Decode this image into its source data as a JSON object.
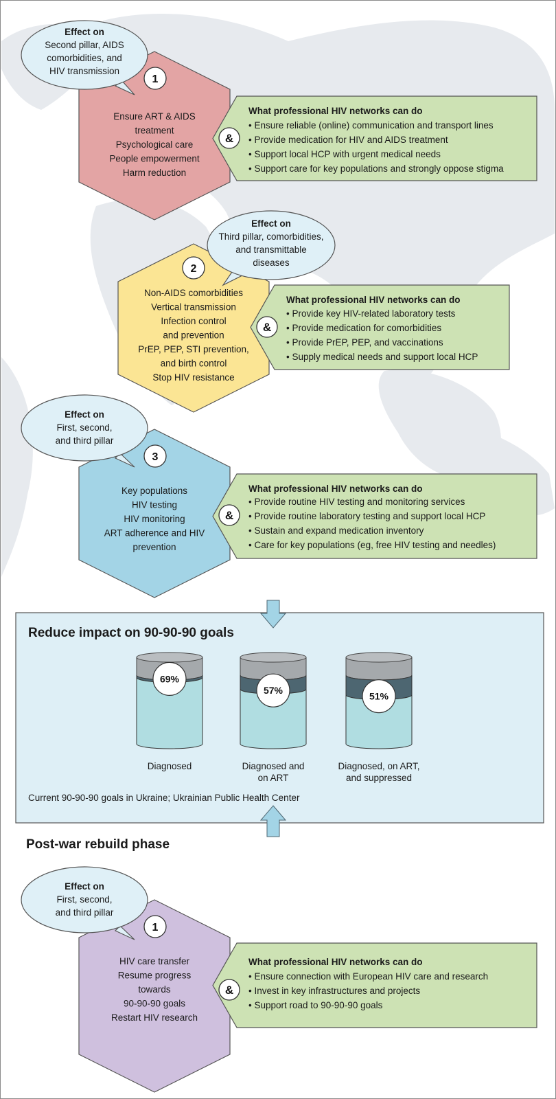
{
  "phase1": {
    "blocks": [
      {
        "number": "1",
        "effect": {
          "title": "Effect on",
          "lines": [
            "Second pillar, AIDS",
            "comorbidities, and",
            "HIV transmission"
          ]
        },
        "hex_lines": [
          "Ensure ART & AIDS",
          "treatment",
          "Psychological care",
          "People empowerment",
          "Harm reduction"
        ],
        "amp": "&",
        "networks_title": "What professional HIV networks can do",
        "bullets": [
          "• Ensure reliable (online) communication and transport lines",
          "• Provide medication for HIV and AIDS treatment",
          "• Support local HCP with urgent medical needs",
          "• Support care for key populations and strongly oppose stigma"
        ],
        "hex_color": "#e3a4a4"
      },
      {
        "number": "2",
        "effect": {
          "title": "Effect on",
          "lines": [
            "Third pillar, comorbidities,",
            "and transmittable",
            "diseases"
          ]
        },
        "hex_lines": [
          "Non-AIDS comorbidities",
          "Vertical transmission",
          "Infection control",
          "and prevention",
          "PrEP, PEP, STI prevention,",
          "and birth control",
          "Stop HIV resistance"
        ],
        "amp": "&",
        "networks_title": "What professional HIV networks can do",
        "bullets": [
          "• Provide key HIV-related laboratory tests",
          "• Provide medication for comorbidities",
          "• Provide PrEP, PEP, and vaccinations",
          "• Supply medical needs and support local HCP"
        ],
        "hex_color": "#fbe594"
      },
      {
        "number": "3",
        "effect": {
          "title": "Effect on",
          "lines": [
            "First, second,",
            "and third pillar"
          ]
        },
        "hex_lines": [
          "Key populations",
          "HIV testing",
          "HIV monitoring",
          "ART adherence and HIV",
          "prevention"
        ],
        "amp": "&",
        "networks_title": "What professional HIV networks can do",
        "bullets": [
          "• Provide routine HIV testing and monitoring services",
          "• Provide routine laboratory testing and support local HCP",
          "• Sustain and expand medication inventory",
          "• Care for key populations (eg, free HIV testing and needles)"
        ],
        "hex_color": "#a3d4e6"
      }
    ]
  },
  "goals": {
    "title": "Reduce impact on 90-90-90 goals",
    "cylinders": [
      {
        "value": "69%",
        "label_lines": [
          "Diagnosed"
        ],
        "fraction": 0.69
      },
      {
        "value": "57%",
        "label_lines": [
          "Diagnosed and",
          "on ART"
        ],
        "fraction": 0.57
      },
      {
        "value": "51%",
        "label_lines": [
          "Diagnosed, on ART,",
          "and suppressed"
        ],
        "fraction": 0.51
      }
    ],
    "footnote": "Current 90-90-90 goals in Ukraine; Ukrainian Public Health Center"
  },
  "postwar": {
    "title": "Post-war rebuild phase",
    "number": "1",
    "effect": {
      "title": "Effect on",
      "lines": [
        "First, second,",
        "and third pillar"
      ]
    },
    "hex_lines": [
      "HIV care transfer",
      "Resume progress",
      "towards",
      "90-90-90 goals",
      "Restart HIV research"
    ],
    "amp": "&",
    "networks_title": "What professional HIV networks can do",
    "bullets": [
      "• Ensure connection with European HIV care and research",
      "• Invest in key infrastructures and projects",
      "• Support road to 90-90-90 goals"
    ],
    "hex_color": "#cfc0de"
  },
  "colors": {
    "map": "#e7eaee",
    "network_box": "#cde2b4",
    "goals_box": "#deeff6",
    "arrow": "#a3d4e6",
    "cyl_top": "#a5a9ac",
    "cyl_dark": "#4d6671",
    "cyl_light": "#b0dde1"
  }
}
